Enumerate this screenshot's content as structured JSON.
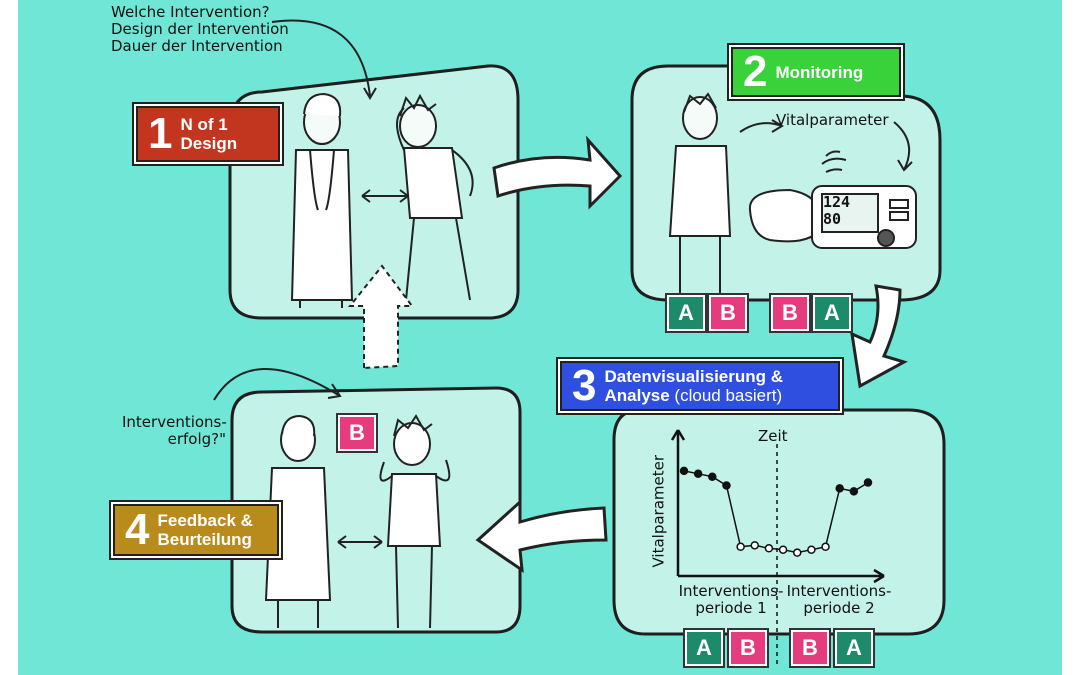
{
  "notes": {
    "intervention_questions": [
      "Welche Intervention?",
      "Design der Intervention",
      "Dauer der Intervention"
    ],
    "success_question": [
      "Interventions-",
      "erfolg?\""
    ],
    "vital_parameter": "Vitalparameter"
  },
  "steps": [
    {
      "number": "1",
      "title_lines": [
        "N of 1",
        "Design"
      ],
      "color": "#c2351e"
    },
    {
      "number": "2",
      "title_lines": [
        "Monitoring"
      ],
      "color": "#39d23a"
    },
    {
      "number": "3",
      "title_lines": [
        "Datenvisualisierung &",
        "Analyse"
      ],
      "subtitle": "(cloud basiert)",
      "color": "#2f4fe0"
    },
    {
      "number": "4",
      "title_lines": [
        "Feedback &",
        "Beurteilung"
      ],
      "color": "#b98b1d"
    }
  ],
  "sequence_tiles": {
    "monitoring": [
      "A",
      "B",
      "B",
      "A"
    ],
    "analysis": [
      "A",
      "B",
      "B",
      "A"
    ],
    "feedback": "B"
  },
  "colors": {
    "background": "#6fe6d6",
    "panel": "#c3f2e8",
    "tile_A": "#1d8a6a",
    "tile_B": "#e53c7d"
  },
  "device_display": {
    "top": "124",
    "bottom": "80"
  },
  "chart_data": {
    "type": "line",
    "xlabel": "Zeit",
    "ylabel": "Vitalparameter",
    "periods": [
      {
        "label_lines": [
          "Interventions-",
          "periode 1"
        ]
      },
      {
        "label_lines": [
          "Interventions-",
          "periode 2"
        ]
      }
    ],
    "series": [
      {
        "values": [
          72,
          70,
          68,
          62,
          20,
          21,
          19,
          18,
          16,
          18,
          20,
          60,
          58,
          64
        ]
      }
    ],
    "ylim": [
      0,
      100
    ],
    "grid": false
  }
}
